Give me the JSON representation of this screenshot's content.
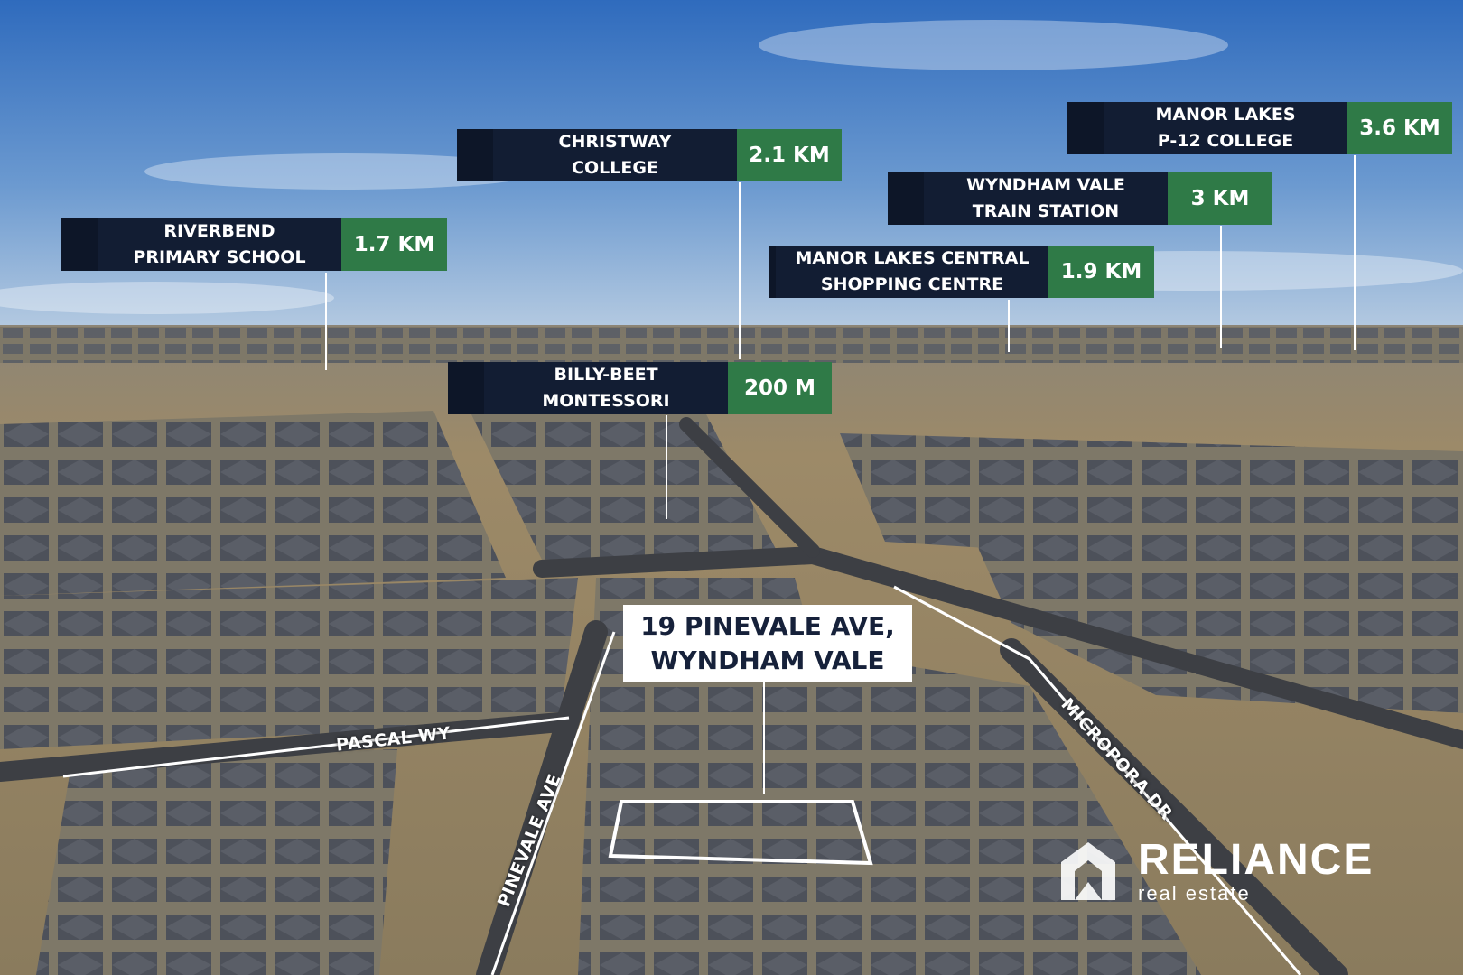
{
  "pois": [
    {
      "name_line1": "RIVERBEND",
      "name_line2": "PRIMARY SCHOOL",
      "distance": "1.7 KM"
    },
    {
      "name_line1": "CHRISTWAY",
      "name_line2": "COLLEGE",
      "distance": "2.1 KM"
    },
    {
      "name_line1": "MANOR LAKES",
      "name_line2": "P-12 COLLEGE",
      "distance": "3.6 KM"
    },
    {
      "name_line1": "WYNDHAM VALE",
      "name_line2": "TRAIN STATION",
      "distance": "3 KM"
    },
    {
      "name_line1": "MANOR LAKES CENTRAL",
      "name_line2": "SHOPPING CENTRE",
      "distance": "1.9 KM"
    },
    {
      "name_line1": "BILLY-BEET",
      "name_line2": "MONTESSORI",
      "distance": "200 M"
    }
  ],
  "address": {
    "line1": "19 PINEVALE AVE,",
    "line2": "WYNDHAM VALE"
  },
  "roads": {
    "pascal": "PASCAL WY",
    "pinevale": "PINEVALE AVE",
    "micropora": "MICROPORA DR"
  },
  "logo": {
    "name": "RELIANCE",
    "tagline": "real estate"
  },
  "colors": {
    "label_dark": "#121d33",
    "label_green": "#2f7a47",
    "sky": "#4a7fc4",
    "land": "#9c8a6a",
    "roof": "#4c5058"
  }
}
